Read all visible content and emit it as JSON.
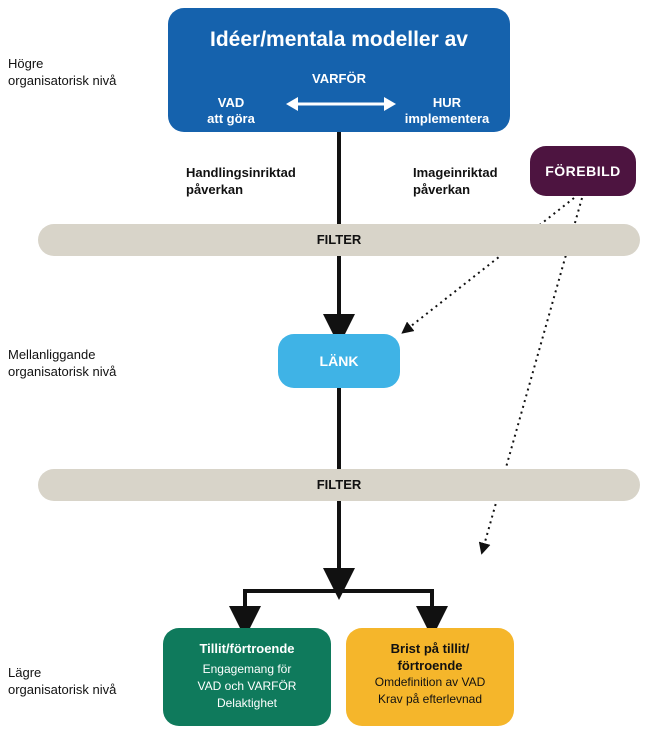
{
  "levels": {
    "high": [
      "Högre",
      "organisatorisk nivå"
    ],
    "middle": [
      "Mellanliggande",
      "organisatorisk nivå"
    ],
    "low": [
      "Lägre",
      "organisatorisk nivå"
    ]
  },
  "top_box": {
    "title": "Idéer/mentala modeller av",
    "why": "VARFÖR",
    "left_line1": "VAD",
    "left_line2": "att göra",
    "right_line1": "HUR",
    "right_line2": "implementera"
  },
  "influences": {
    "action": [
      "Handlingsinriktad",
      "påverkan"
    ],
    "image": [
      "Imageinriktad",
      "påverkan"
    ]
  },
  "role_model": "FÖREBILD",
  "filter_label": "FILTER",
  "link": "LÄNK",
  "results": {
    "trust": {
      "title": "Tillit/förtroende",
      "lines": [
        "Engagemang för",
        "VAD och VARFÖR",
        "Delaktighet"
      ]
    },
    "distrust": {
      "title_line1": "Brist på tillit/",
      "title_line2": "förtroende",
      "lines": [
        "Omdefinition av VAD",
        "Krav på efterlevnad"
      ]
    }
  },
  "colors": {
    "top_box": "#1562ad",
    "role_model": "#4d1440",
    "filter": "#d8d4c9",
    "link": "#3fb3e6",
    "trust": "#0f7a5c",
    "distrust": "#f5b62b"
  }
}
